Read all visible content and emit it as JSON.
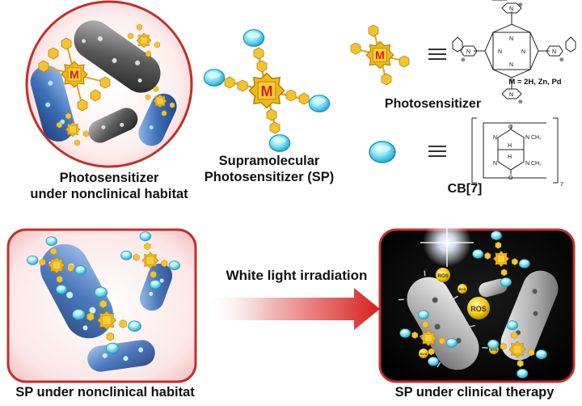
{
  "labels": {
    "photosensitizer_nonclinical_line1": "Photosensitizer",
    "photosensitizer_nonclinical_line2": "under nonclinical habitat",
    "supramolecular_line1": "Supramolecular",
    "supramolecular_line2": "Photosensitizer (SP)",
    "photosensitizer": "Photosensitizer",
    "cb7": "CB[7]",
    "white_light": "White light irradiation",
    "sp_nonclinical": "SP under nonclinical habitat",
    "sp_clinical": "SP under clinical therapy"
  },
  "core_label": "M",
  "metal_note": "M = 2H, Zn, Pd",
  "ros_label": "ROS",
  "cb7_structure": {
    "o_label": "O",
    "n_label": "N",
    "h_label": "H",
    "ch2_label": "CH₂",
    "repeat_subscript": "7"
  },
  "porphyrin_structure": {
    "n_label": "N",
    "plus_label": "⊕"
  },
  "colors": {
    "core_gold": "#f0b81a",
    "core_red": "#d8201c",
    "frame_red": "#c0302c",
    "cb7_cyan": "#5fd8f0",
    "bacteria_blue": "#3d6fb8",
    "bacteria_gray": "#6e6e6e"
  },
  "icons": [
    "porphyrin-core-icon",
    "cb7-ring-icon",
    "bacterium-icon",
    "light-flare-icon",
    "ros-bubble-icon"
  ]
}
